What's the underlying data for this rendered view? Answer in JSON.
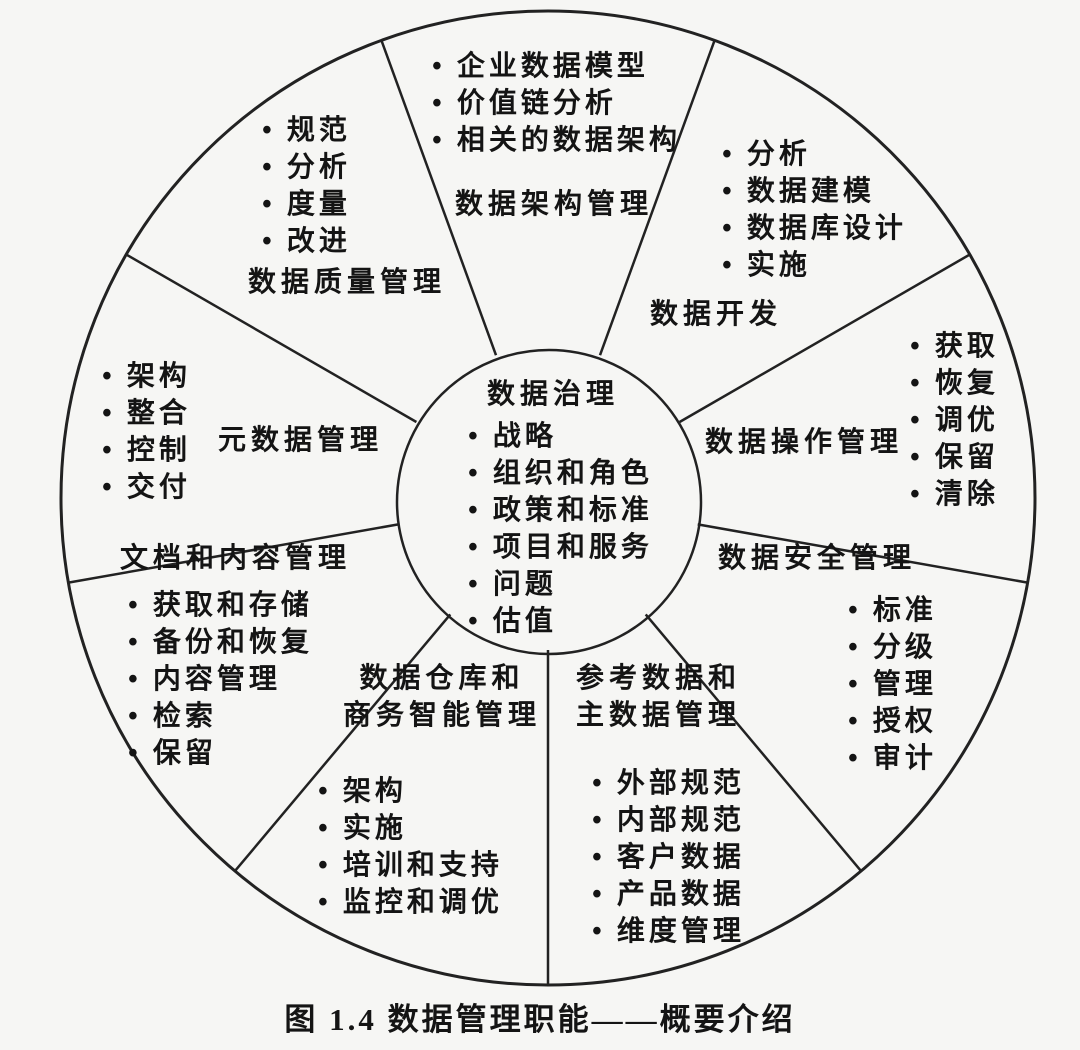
{
  "caption": "图 1.4  数据管理职能——概要介绍",
  "center": {
    "title": "数据治理",
    "items": [
      "战略",
      "组织和角色",
      "政策和标准",
      "项目和服务",
      "问题",
      "估值"
    ]
  },
  "sectors": [
    {
      "title": "数据架构管理",
      "items": [
        "企业数据模型",
        "价值链分析",
        "相关的数据架构"
      ]
    },
    {
      "title": "数据开发",
      "items": [
        "分析",
        "数据建模",
        "数据库设计",
        "实施"
      ]
    },
    {
      "title": "数据操作管理",
      "items": [
        "获取",
        "恢复",
        "调优",
        "保留",
        "清除"
      ]
    },
    {
      "title": "数据安全管理",
      "items": [
        "标准",
        "分级",
        "管理",
        "授权",
        "审计"
      ]
    },
    {
      "title": "参考数据和\n主数据管理",
      "items": [
        "外部规范",
        "内部规范",
        "客户数据",
        "产品数据",
        "维度管理"
      ]
    },
    {
      "title": "数据仓库和\n商务智能管理",
      "items": [
        "架构",
        "实施",
        "培训和支持",
        "监控和调优"
      ]
    },
    {
      "title": "文档和内容管理",
      "items": [
        "获取和存储",
        "备份和恢复",
        "内容管理",
        "检索",
        "保留"
      ]
    },
    {
      "title": "元数据管理",
      "items": [
        "架构",
        "整合",
        "控制",
        "交付"
      ]
    },
    {
      "title": "数据质量管理",
      "items": [
        "规范",
        "分析",
        "度量",
        "改进"
      ]
    }
  ],
  "colors": {
    "line": "#222222",
    "background": "#f6f6f4",
    "text": "#141414"
  }
}
